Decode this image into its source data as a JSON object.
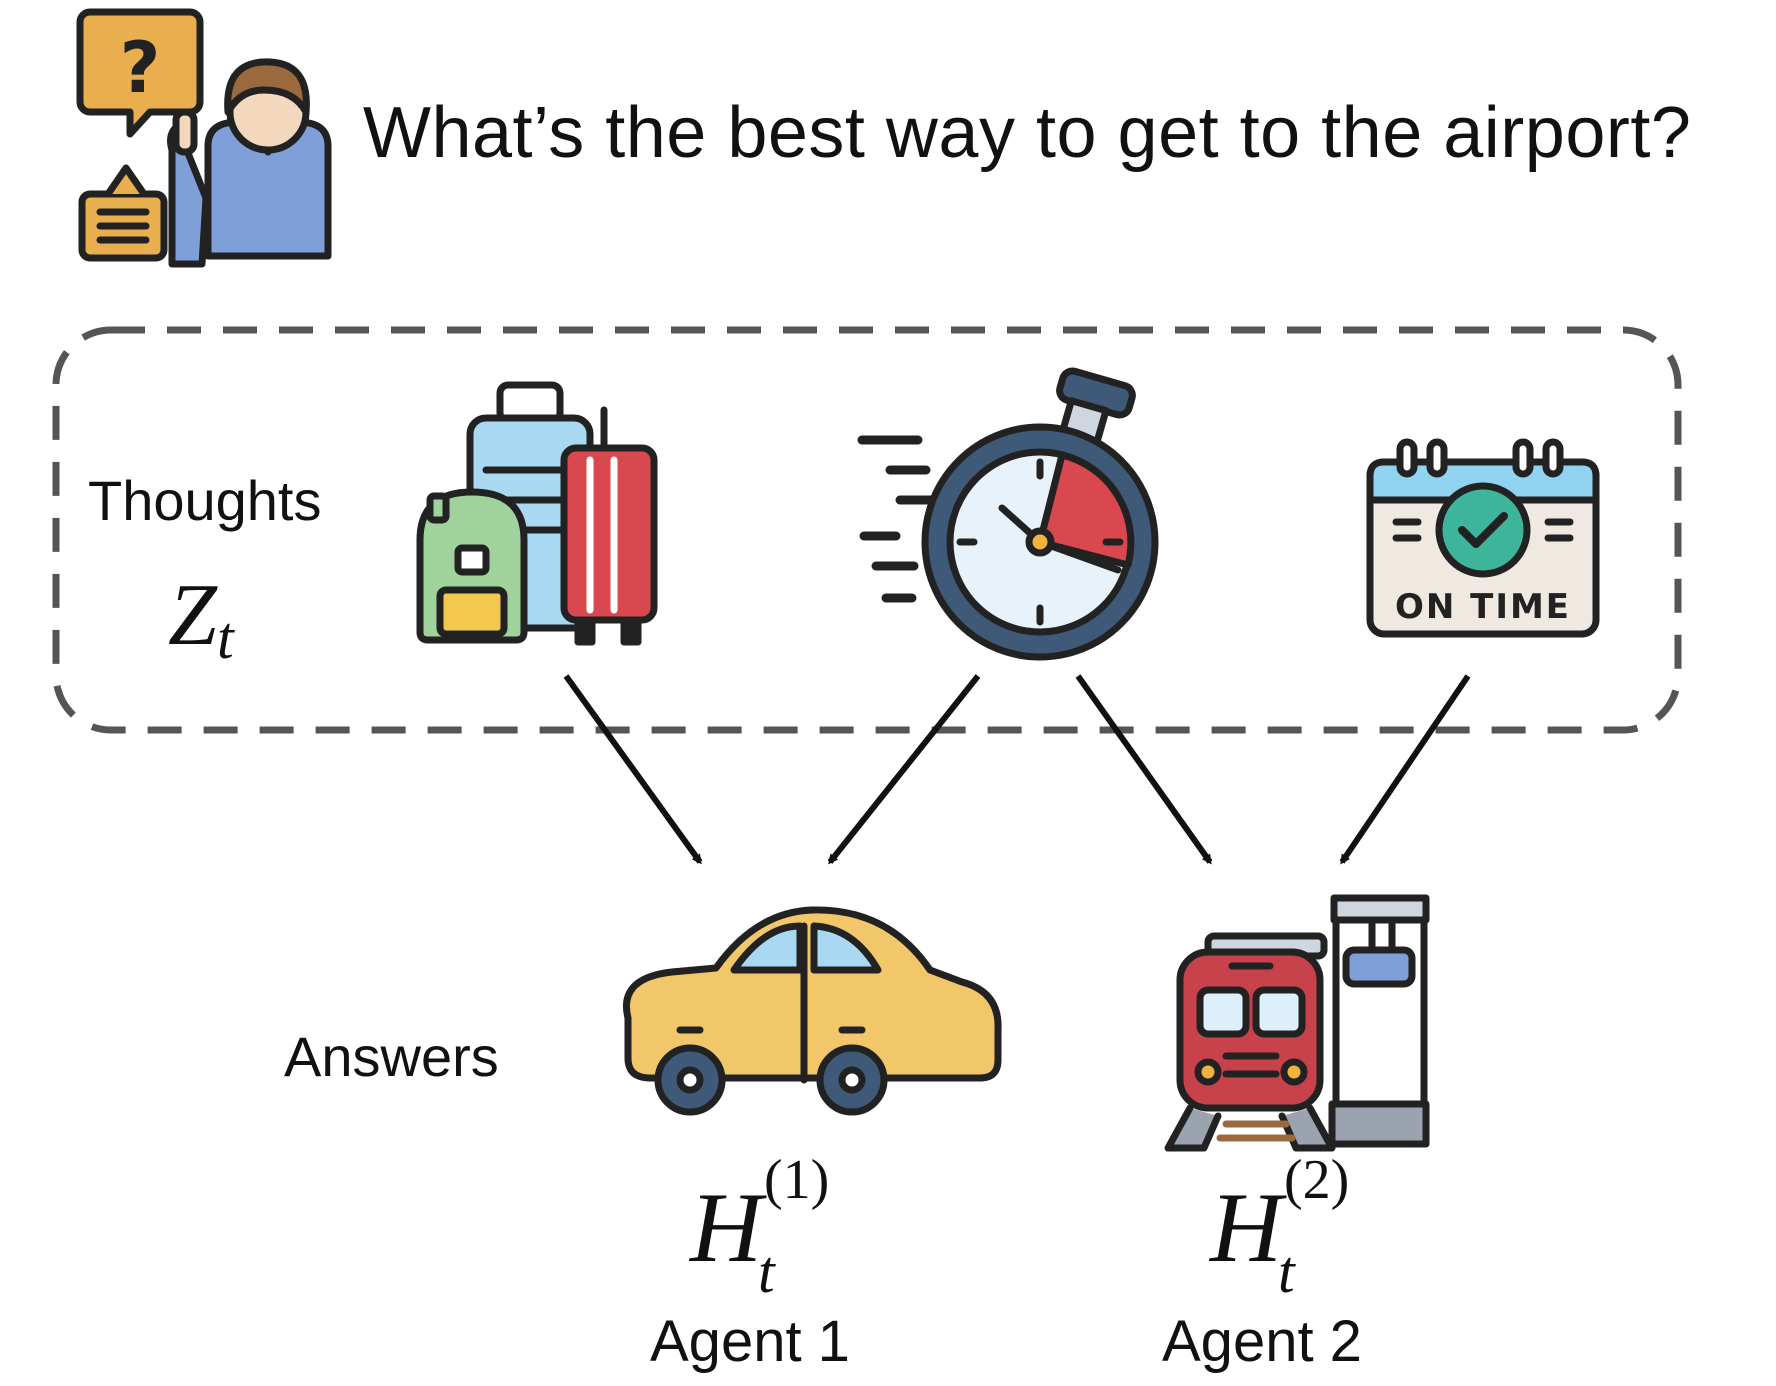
{
  "question": "What’s the best way to get to the airport?",
  "thoughts": {
    "label": "Thoughts",
    "symbol": "Z",
    "subscript": "t"
  },
  "answers": {
    "label": "Answers"
  },
  "agents": [
    {
      "symbol": "H",
      "subscript": "t",
      "superscript": "(1)",
      "label": "Agent 1"
    },
    {
      "symbol": "H",
      "subscript": "t",
      "superscript": "(2)",
      "label": "Agent 2"
    }
  ],
  "calendar_text": "ON TIME",
  "icons": [
    "person-question-icon",
    "luggage-icon",
    "stopwatch-icon",
    "calendar-on-time-icon",
    "car-icon",
    "train-icon"
  ],
  "colors": {
    "accent_orange": "#E9AE4E",
    "shirt_blue": "#7E9FD8",
    "timer_red": "#D9484F",
    "calendar_blue": "#8FD3F0",
    "check_teal": "#3DB59B",
    "car_yellow": "#F1C76A",
    "train_red": "#C8424B",
    "arrow": "#111111",
    "dash_box": "#555555"
  }
}
